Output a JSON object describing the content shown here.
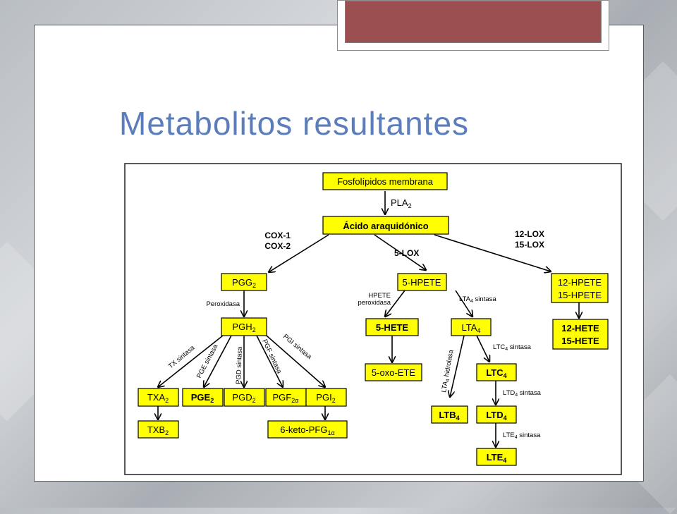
{
  "slide": {
    "title": "Metabolitos resultantes",
    "accent_color": "#9b4f51",
    "title_color": "#5b7dbb",
    "box_fill": "#ffff00"
  },
  "diagram": {
    "nodes": {
      "fosfolipidos": {
        "text": "Fosfolípidos membrana"
      },
      "araquidonico": {
        "text": "Ácido araquidónico"
      },
      "pgg2": {
        "text": "PGG",
        "sub": "2"
      },
      "pgh2": {
        "text": "PGH",
        "sub": "2"
      },
      "txa2": {
        "text": "TXA",
        "sub": "2"
      },
      "pge2": {
        "text": "PGE",
        "sub": "2"
      },
      "pgd2": {
        "text": "PGD",
        "sub": "2"
      },
      "pgf2a": {
        "text": "PGF",
        "sub": "2α"
      },
      "pgi2": {
        "text": "PGI",
        "sub": "2"
      },
      "txb2": {
        "text": "TXB",
        "sub": "2"
      },
      "keto": {
        "text": "6-keto-PFG",
        "sub": "1α"
      },
      "hpete5": {
        "text": "5-HPETE"
      },
      "hete5": {
        "text": "5-HETE"
      },
      "oxo": {
        "text": "5-oxo-ETE"
      },
      "lta4": {
        "text": "LTA",
        "sub": "4"
      },
      "ltb4": {
        "text": "LTB",
        "sub": "4"
      },
      "ltc4": {
        "text": "LTC",
        "sub": "4"
      },
      "ltd4": {
        "text": "LTD",
        "sub": "4"
      },
      "lte4": {
        "text": "LTE",
        "sub": "4"
      },
      "hpete12": {
        "line1": "12-HPETE",
        "line2": "15-HPETE"
      },
      "hete12": {
        "line1": "12-HETE",
        "line2": "15-HETE"
      }
    },
    "labels": {
      "pla2": {
        "text": "PLA",
        "sub": "2"
      },
      "cox1": "COX-1",
      "cox2": "COX-2",
      "lox5": "5-LOX",
      "lox12": "12-LOX",
      "lox15": "15-LOX",
      "peroxidasa": "Peroxidasa",
      "hpete_perox1": "HPETE",
      "hpete_perox2": "peroxidasa",
      "lta4_sintasa": {
        "pre": "LTA",
        "sub": "4",
        "post": " sintasa"
      },
      "ltc4_sintasa": {
        "pre": "LTC",
        "sub": "4",
        "post": " sintasa"
      },
      "ltd4_sintasa": {
        "pre": "LTD",
        "sub": "4",
        "post": " sintasa"
      },
      "lte4_sintasa": {
        "pre": "LTE",
        "sub": "4",
        "post": " sintasa"
      },
      "lta4_hidrolasa": {
        "pre": "LTA",
        "sub": "4",
        "post": " hidrolasa"
      },
      "tx_sintasa": "TX sintasa",
      "pge_sintasa": "PGE sintasa",
      "pgd_sintasa": "PGD sintasa",
      "pgf_sintasa": "PGF sintasa",
      "pgi_sintasa": "PGI sintasa"
    }
  }
}
